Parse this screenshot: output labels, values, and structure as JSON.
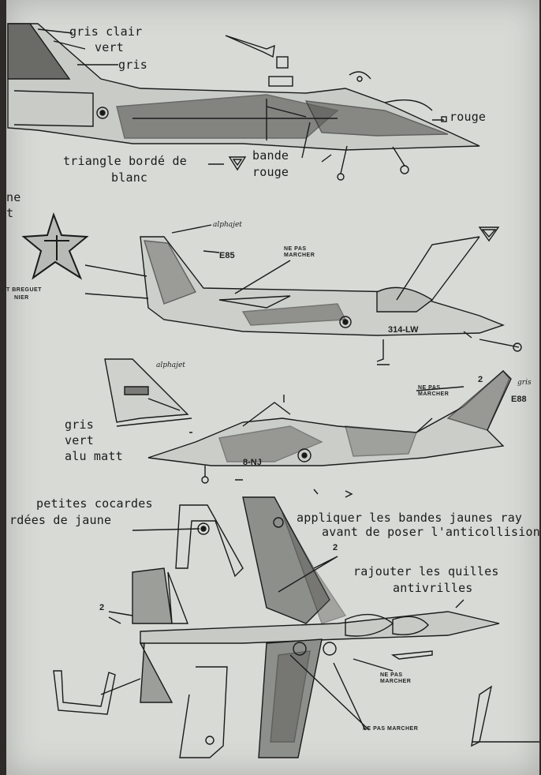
{
  "sheet": {
    "labels": {
      "gris_clair": "gris clair",
      "vert": "vert",
      "gris": "gris",
      "rouge": "rouge",
      "triangle_borde_de": "triangle bordé de",
      "blanc": "blanc",
      "bande": "bande",
      "rouge2": "rouge",
      "ne": "ne",
      "t": "t",
      "alphajet1": "alphajet",
      "e85": "E85",
      "ne_pas_marcher1": "NE PAS\nMARCHER",
      "breguet": "T BREGUET",
      "nier": "NIER",
      "reg1": "314-LW",
      "alphajet2": "alphajet",
      "ne_pas_marcher2": "NE PAS\nMARCHER",
      "e88": "E88",
      "gris2": "gris",
      "vert2": "vert",
      "alu_matt": "alu matt",
      "reg2": "8-NJ",
      "petites_cocardes": "petites cocardes",
      "bordees_de_jaune": "rdées de jaune",
      "appliquer": "appliquer les bandes jaunes ray",
      "avant": "avant de poser l'anticollision",
      "rajouter": "rajouter les quilles",
      "antivrilles": "antivrilles",
      "ne_pas_marcher3": "NE PAS\nMARCHER",
      "ne_pas_marcher4": "NE PAS MARCHER",
      "num2a": "2",
      "num2b": "2",
      "num2c": "2",
      "gris_right": "gris"
    }
  }
}
